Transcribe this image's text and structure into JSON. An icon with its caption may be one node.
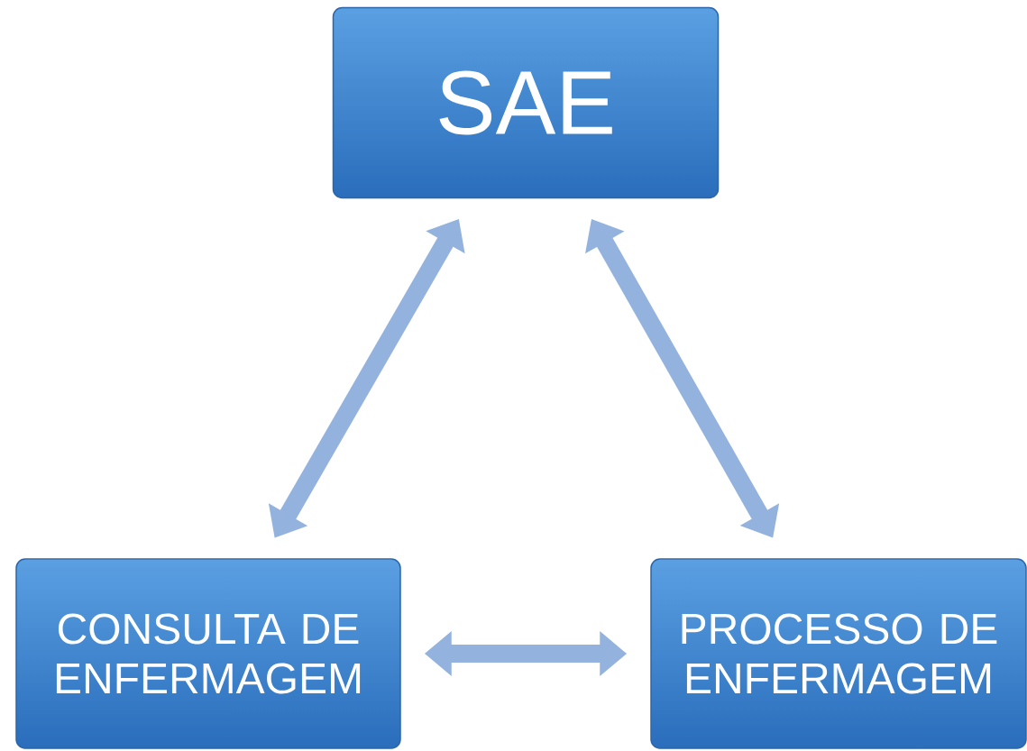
{
  "diagram": {
    "nodes": [
      {
        "text": [
          "SAE"
        ]
      },
      {
        "text": [
          "CONSULTA DE ENFERMAGEM"
        ]
      },
      {
        "text": [
          "PROCESSO DE ENFERMAGEM"
        ]
      }
    ],
    "edges": [
      {
        "from": 1,
        "to": 0,
        "arrow": "both"
      },
      {
        "from": 0,
        "to": 2,
        "arrow": "both"
      },
      {
        "from": 1,
        "to": 2,
        "arrow": "both"
      }
    ]
  }
}
